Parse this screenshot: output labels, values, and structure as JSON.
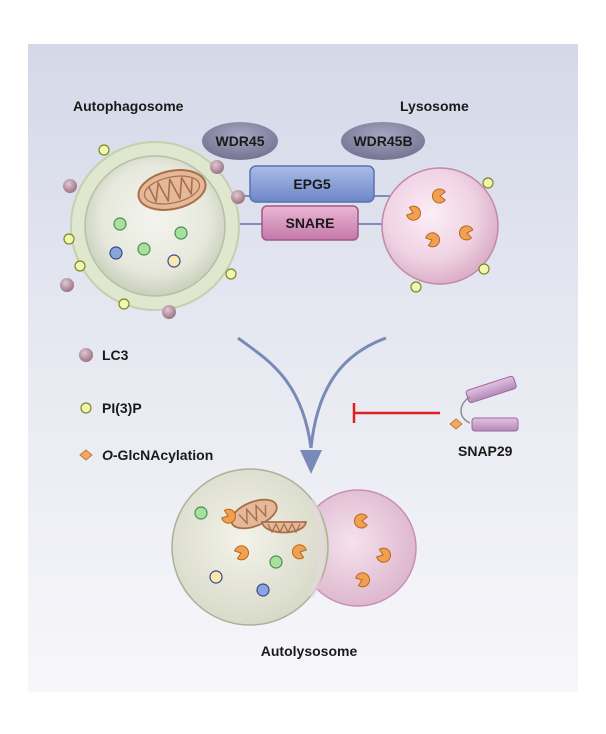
{
  "labels": {
    "autophagosome": "Autophagosome",
    "lysosome": "Lysosome",
    "autolysosome": "Autolysosome",
    "wdr45": "WDR45",
    "wdr45b": "WDR45B",
    "epg5": "EPG5",
    "snare": "SNARE",
    "snap29": "SNAP29"
  },
  "legend": {
    "lc3": "LC3",
    "pi3p": "PI(3)P",
    "oglc_prefix": "O",
    "oglc_suffix": "-GlcNAcylation"
  },
  "colors": {
    "panel_top": "#d4d8e8",
    "panel_bottom": "#f7f7fa",
    "lc3": "#b08a9a",
    "pi3p": "#f2f6b0",
    "oglc": "#f0a868",
    "inhibition": "#e02020",
    "arrow": "#7a8ab8",
    "epg5": "#8ea4dc",
    "snare": "#d88ec0",
    "wdr": "#8c8cac"
  }
}
